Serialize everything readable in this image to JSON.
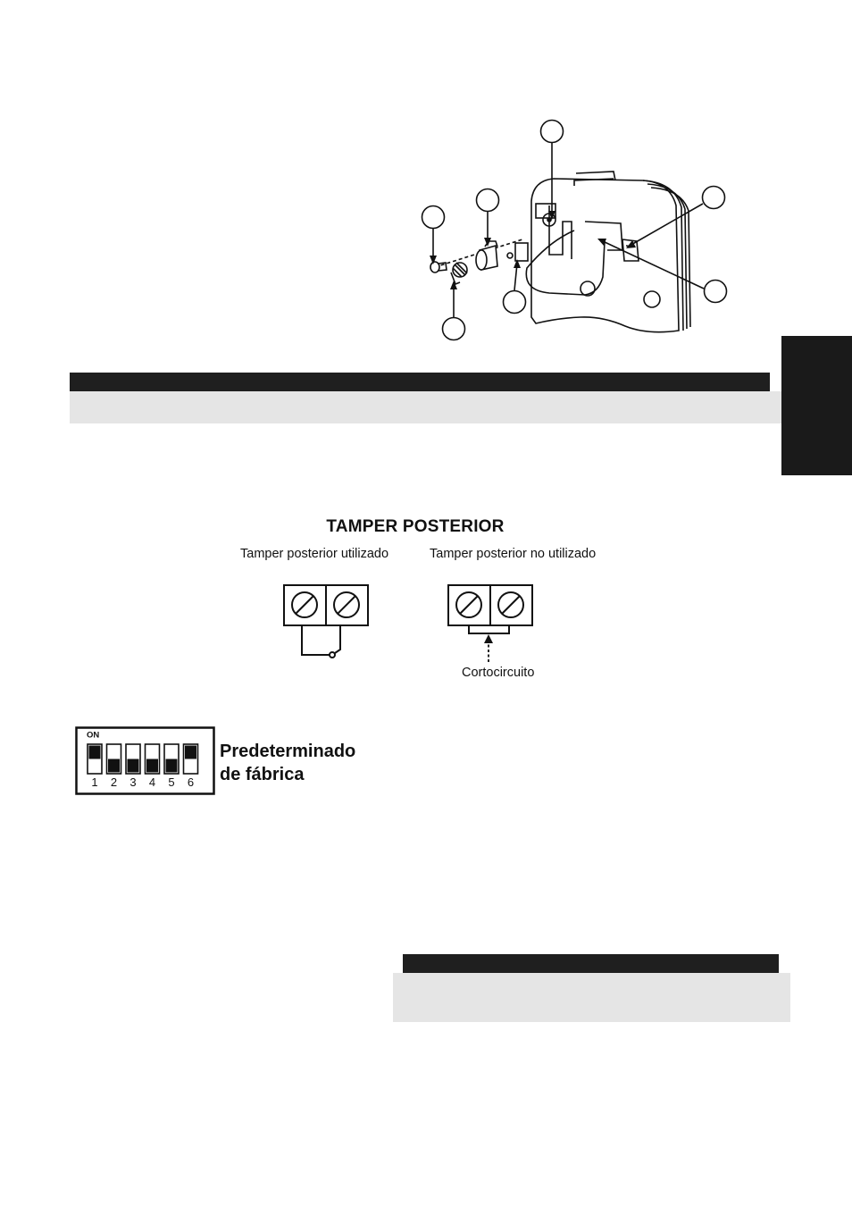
{
  "tamper": {
    "title": "TAMPER POSTERIOR",
    "used_label": "Tamper posterior utilizado",
    "unused_label": "Tamper posterior no utilizado",
    "short_label": "Cortocircuito"
  },
  "dip": {
    "on_label": "ON",
    "switches": [
      {
        "number": "1",
        "state": "on"
      },
      {
        "number": "2",
        "state": "off"
      },
      {
        "number": "3",
        "state": "off"
      },
      {
        "number": "4",
        "state": "off"
      },
      {
        "number": "5",
        "state": "off"
      },
      {
        "number": "6",
        "state": "on"
      }
    ],
    "caption_line1": "Predeterminado",
    "caption_line2": "de fábrica"
  }
}
